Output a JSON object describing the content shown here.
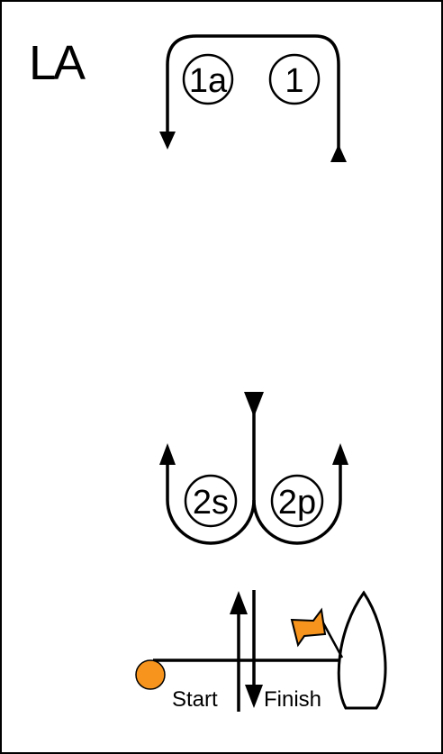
{
  "course_code": "LA",
  "marks": {
    "mark_1a": "1a",
    "mark_1": "1",
    "mark_2s": "2s",
    "mark_2p": "2p"
  },
  "start_finish": {
    "start_label": "Start",
    "finish_label": "Finish"
  },
  "colors": {
    "line": "#000000",
    "pin_buoy": "#f7941d",
    "flag": "#f7941d",
    "background": "#ffffff"
  }
}
